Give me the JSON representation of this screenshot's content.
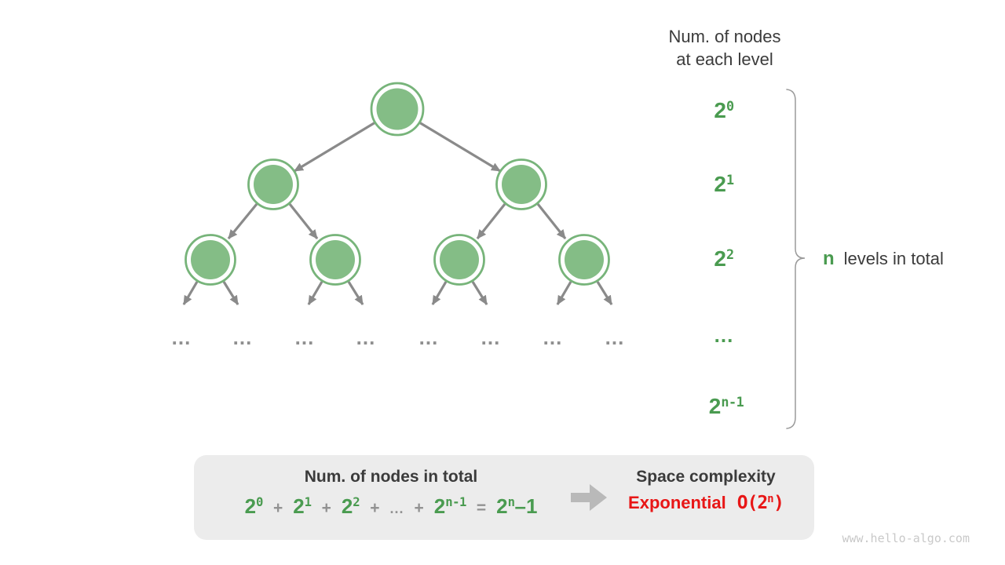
{
  "header": {
    "line1": "Num. of nodes",
    "line2": "at each level"
  },
  "levels": [
    {
      "base": "2",
      "sup": "0"
    },
    {
      "base": "2",
      "sup": "1"
    },
    {
      "base": "2",
      "sup": "2"
    },
    {
      "dots": "..."
    },
    {
      "base": "2",
      "sup": "n-1"
    }
  ],
  "brace_label": {
    "n": "n",
    "text": "levels in total"
  },
  "tree": {
    "ellipsis": "..."
  },
  "box": {
    "left_title": "Num. of nodes in total",
    "formula": {
      "t1": {
        "base": "2",
        "sup": "0"
      },
      "t2": {
        "base": "2",
        "sup": "1"
      },
      "t3": {
        "base": "2",
        "sup": "2"
      },
      "t4": {
        "base": "2",
        "sup": "n-1"
      },
      "plus": "+",
      "dots": "...",
      "equals": "=",
      "result": {
        "base": "2",
        "sup": "n",
        "tail": "–1"
      }
    },
    "right_title": "Space complexity",
    "complexity": {
      "word": "Exponential",
      "pre": "O(",
      "base": "2",
      "sup": "n",
      "post": ")"
    }
  },
  "watermark": "www.hello-algo.com",
  "colors": {
    "node_fill": "#84bd86",
    "node_border": "#77b47a",
    "label_green": "#4a9b50",
    "arrow_gray": "#8a8a8a",
    "brace_gray": "#9a9a9a",
    "box_bg": "#ececec",
    "title_dark": "#3b3b3b",
    "complexity_red": "#e81616",
    "watermark_gray": "#c9c9c9"
  }
}
